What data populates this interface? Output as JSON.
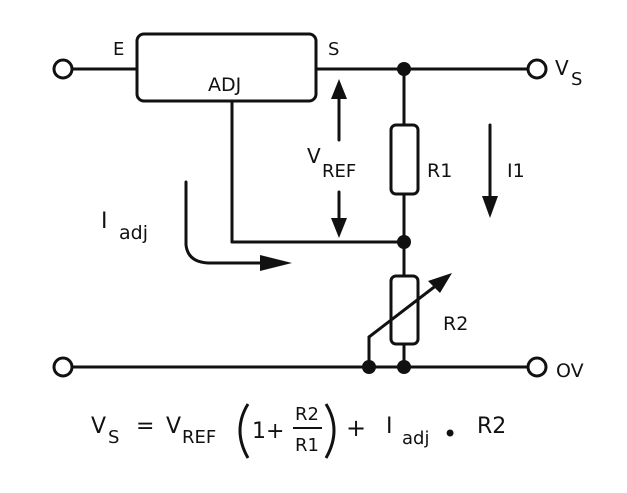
{
  "labels": {
    "pin_e": "E",
    "pin_s": "S",
    "adj": "ADJ",
    "vs_main": "V",
    "vs_sub": "S",
    "ov": "OV",
    "vref_main": "V",
    "vref_sub": "REF",
    "r1": "R1",
    "i1": "I1",
    "iadj_main": "I",
    "iadj_sub": "adj",
    "r2": "R2"
  },
  "formula": {
    "lhs_main": "V",
    "lhs_sub": "S",
    "equals": "=",
    "vref_main": "V",
    "vref_sub": "REF",
    "one_plus": "1+",
    "frac_num": "R2",
    "frac_den": "R1",
    "plus": "+",
    "iadj_main": "I",
    "iadj_sub": "adj",
    "dot": "•",
    "r2": "R2"
  }
}
